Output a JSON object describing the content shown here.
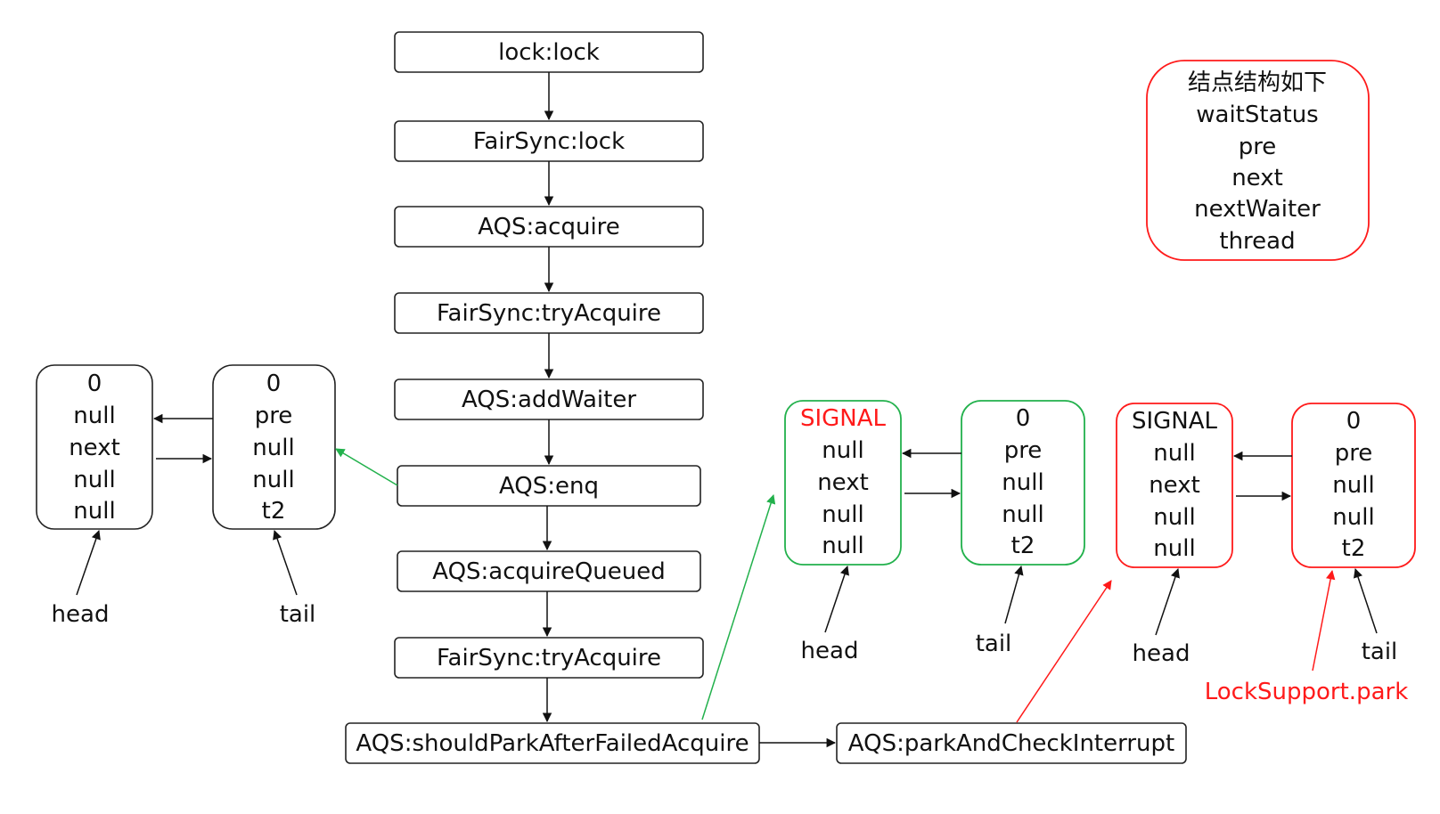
{
  "colors": {
    "black": "#111111",
    "green": "#22b14c",
    "red": "#ff1a1a"
  },
  "flow": {
    "lock": "lock:lock",
    "fairsync_lock": "FairSync:lock",
    "aqs_acquire": "AQS:acquire",
    "fairsync_tryacquire_1": "FairSync:tryAcquire",
    "aqs_addwaiter": "AQS:addWaiter",
    "aqs_enq": "AQS:enq",
    "aqs_acquirequeued": "AQS:acquireQueued",
    "fairsync_tryacquire_2": "FairSync:tryAcquire",
    "aqs_shouldpark": "AQS:shouldParkAfterFailedAcquire",
    "aqs_parkandcheck": "AQS:parkAndCheckInterrupt"
  },
  "legend": {
    "title": "结点结构如下",
    "fields": [
      "waitStatus",
      "pre",
      "next",
      "nextWaiter",
      "thread"
    ]
  },
  "queue_enq": {
    "head_node": [
      "0",
      "null",
      "next",
      "null",
      "null"
    ],
    "tail_node": [
      "0",
      "pre",
      "null",
      "null",
      "t2"
    ],
    "head_label": "head",
    "tail_label": "tail"
  },
  "queue_signal": {
    "head_node": [
      "SIGNAL",
      "null",
      "next",
      "null",
      "null"
    ],
    "tail_node": [
      "0",
      "pre",
      "null",
      "null",
      "t2"
    ],
    "head_label": "head",
    "tail_label": "tail"
  },
  "queue_park": {
    "head_node": [
      "SIGNAL",
      "null",
      "next",
      "null",
      "null"
    ],
    "tail_node": [
      "0",
      "pre",
      "null",
      "null",
      "t2"
    ],
    "head_label": "head",
    "tail_label": "tail",
    "park_label": "LockSupport.park"
  }
}
